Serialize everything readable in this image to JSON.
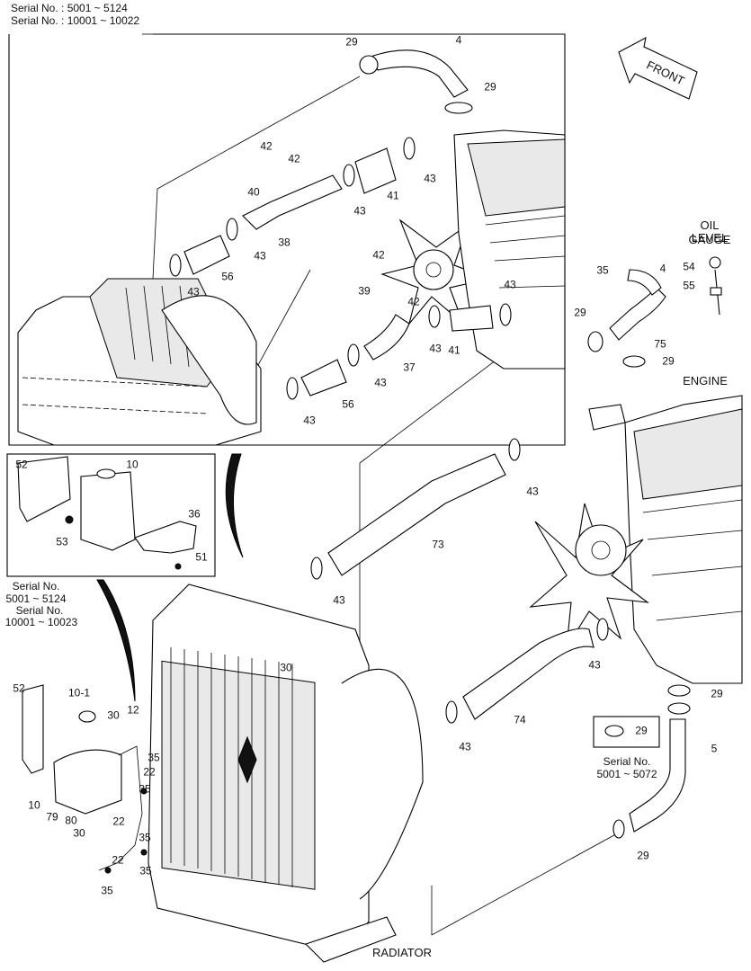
{
  "header": {
    "serial_line_1": "Serial No. : 5001 ~ 5124",
    "serial_line_2": "Serial No. : 10001 ~ 10022"
  },
  "front_arrow": {
    "label": "FRONT"
  },
  "oil_level_gauge": {
    "line_1": "OIL LEVEL",
    "line_2": "GAUGE"
  },
  "engine_label": "ENGINE",
  "radiator_label": "RADIATOR",
  "serial_note_left": {
    "line_1": "Serial No.",
    "line_2": "5001 ~ 5124",
    "line_3": "Serial No.",
    "line_4": "10001 ~ 10023"
  },
  "serial_note_right": {
    "line_1": "Serial No.",
    "line_2": "5001 ~ 5072"
  },
  "callouts": [
    {
      "id": "c-29-a",
      "text": "29"
    },
    {
      "id": "c-4-a",
      "text": "4"
    },
    {
      "id": "c-29-b",
      "text": "29"
    },
    {
      "id": "c-42-a",
      "text": "42"
    },
    {
      "id": "c-42-b",
      "text": "42"
    },
    {
      "id": "c-40",
      "text": "40"
    },
    {
      "id": "c-43-a",
      "text": "43"
    },
    {
      "id": "c-43-b",
      "text": "43"
    },
    {
      "id": "c-41-a",
      "text": "41"
    },
    {
      "id": "c-38",
      "text": "38"
    },
    {
      "id": "c-43-c",
      "text": "43"
    },
    {
      "id": "c-56-a",
      "text": "56"
    },
    {
      "id": "c-43-d",
      "text": "43"
    },
    {
      "id": "c-42-c",
      "text": "42"
    },
    {
      "id": "c-39",
      "text": "39"
    },
    {
      "id": "c-42-d",
      "text": "42"
    },
    {
      "id": "c-43-e",
      "text": "43"
    },
    {
      "id": "c-43-f",
      "text": "43"
    },
    {
      "id": "c-41-b",
      "text": "41"
    },
    {
      "id": "c-37",
      "text": "37"
    },
    {
      "id": "c-43-g",
      "text": "43"
    },
    {
      "id": "c-56-b",
      "text": "56"
    },
    {
      "id": "c-43-h",
      "text": "43"
    },
    {
      "id": "c-35-a",
      "text": "35"
    },
    {
      "id": "c-4-b",
      "text": "4"
    },
    {
      "id": "c-29-c",
      "text": "29"
    },
    {
      "id": "c-75",
      "text": "75"
    },
    {
      "id": "c-29-d",
      "text": "29"
    },
    {
      "id": "c-54",
      "text": "54"
    },
    {
      "id": "c-55",
      "text": "55"
    },
    {
      "id": "c-52-a",
      "text": "52"
    },
    {
      "id": "c-10-a",
      "text": "10"
    },
    {
      "id": "c-53",
      "text": "53"
    },
    {
      "id": "c-36",
      "text": "36"
    },
    {
      "id": "c-51",
      "text": "51"
    },
    {
      "id": "c-43-i",
      "text": "43"
    },
    {
      "id": "c-73",
      "text": "73"
    },
    {
      "id": "c-43-j",
      "text": "43"
    },
    {
      "id": "c-30-a",
      "text": "30"
    },
    {
      "id": "c-43-k",
      "text": "43"
    },
    {
      "id": "c-29-e",
      "text": "29"
    },
    {
      "id": "c-74",
      "text": "74"
    },
    {
      "id": "c-43-l",
      "text": "43"
    },
    {
      "id": "c-29-f",
      "text": "29"
    },
    {
      "id": "c-5",
      "text": "5"
    },
    {
      "id": "c-29-g",
      "text": "29"
    },
    {
      "id": "c-52-b",
      "text": "52"
    },
    {
      "id": "c-10-1",
      "text": "10-1"
    },
    {
      "id": "c-30-b",
      "text": "30"
    },
    {
      "id": "c-12",
      "text": "12"
    },
    {
      "id": "c-35-b",
      "text": "35"
    },
    {
      "id": "c-22-a",
      "text": "22"
    },
    {
      "id": "c-35-c",
      "text": "35"
    },
    {
      "id": "c-10-b",
      "text": "10"
    },
    {
      "id": "c-79",
      "text": "79"
    },
    {
      "id": "c-80",
      "text": "80"
    },
    {
      "id": "c-22-b",
      "text": "22"
    },
    {
      "id": "c-35-d",
      "text": "35"
    },
    {
      "id": "c-30-c",
      "text": "30"
    },
    {
      "id": "c-22-c",
      "text": "22"
    },
    {
      "id": "c-35-e",
      "text": "35"
    },
    {
      "id": "c-35-f",
      "text": "35"
    }
  ]
}
